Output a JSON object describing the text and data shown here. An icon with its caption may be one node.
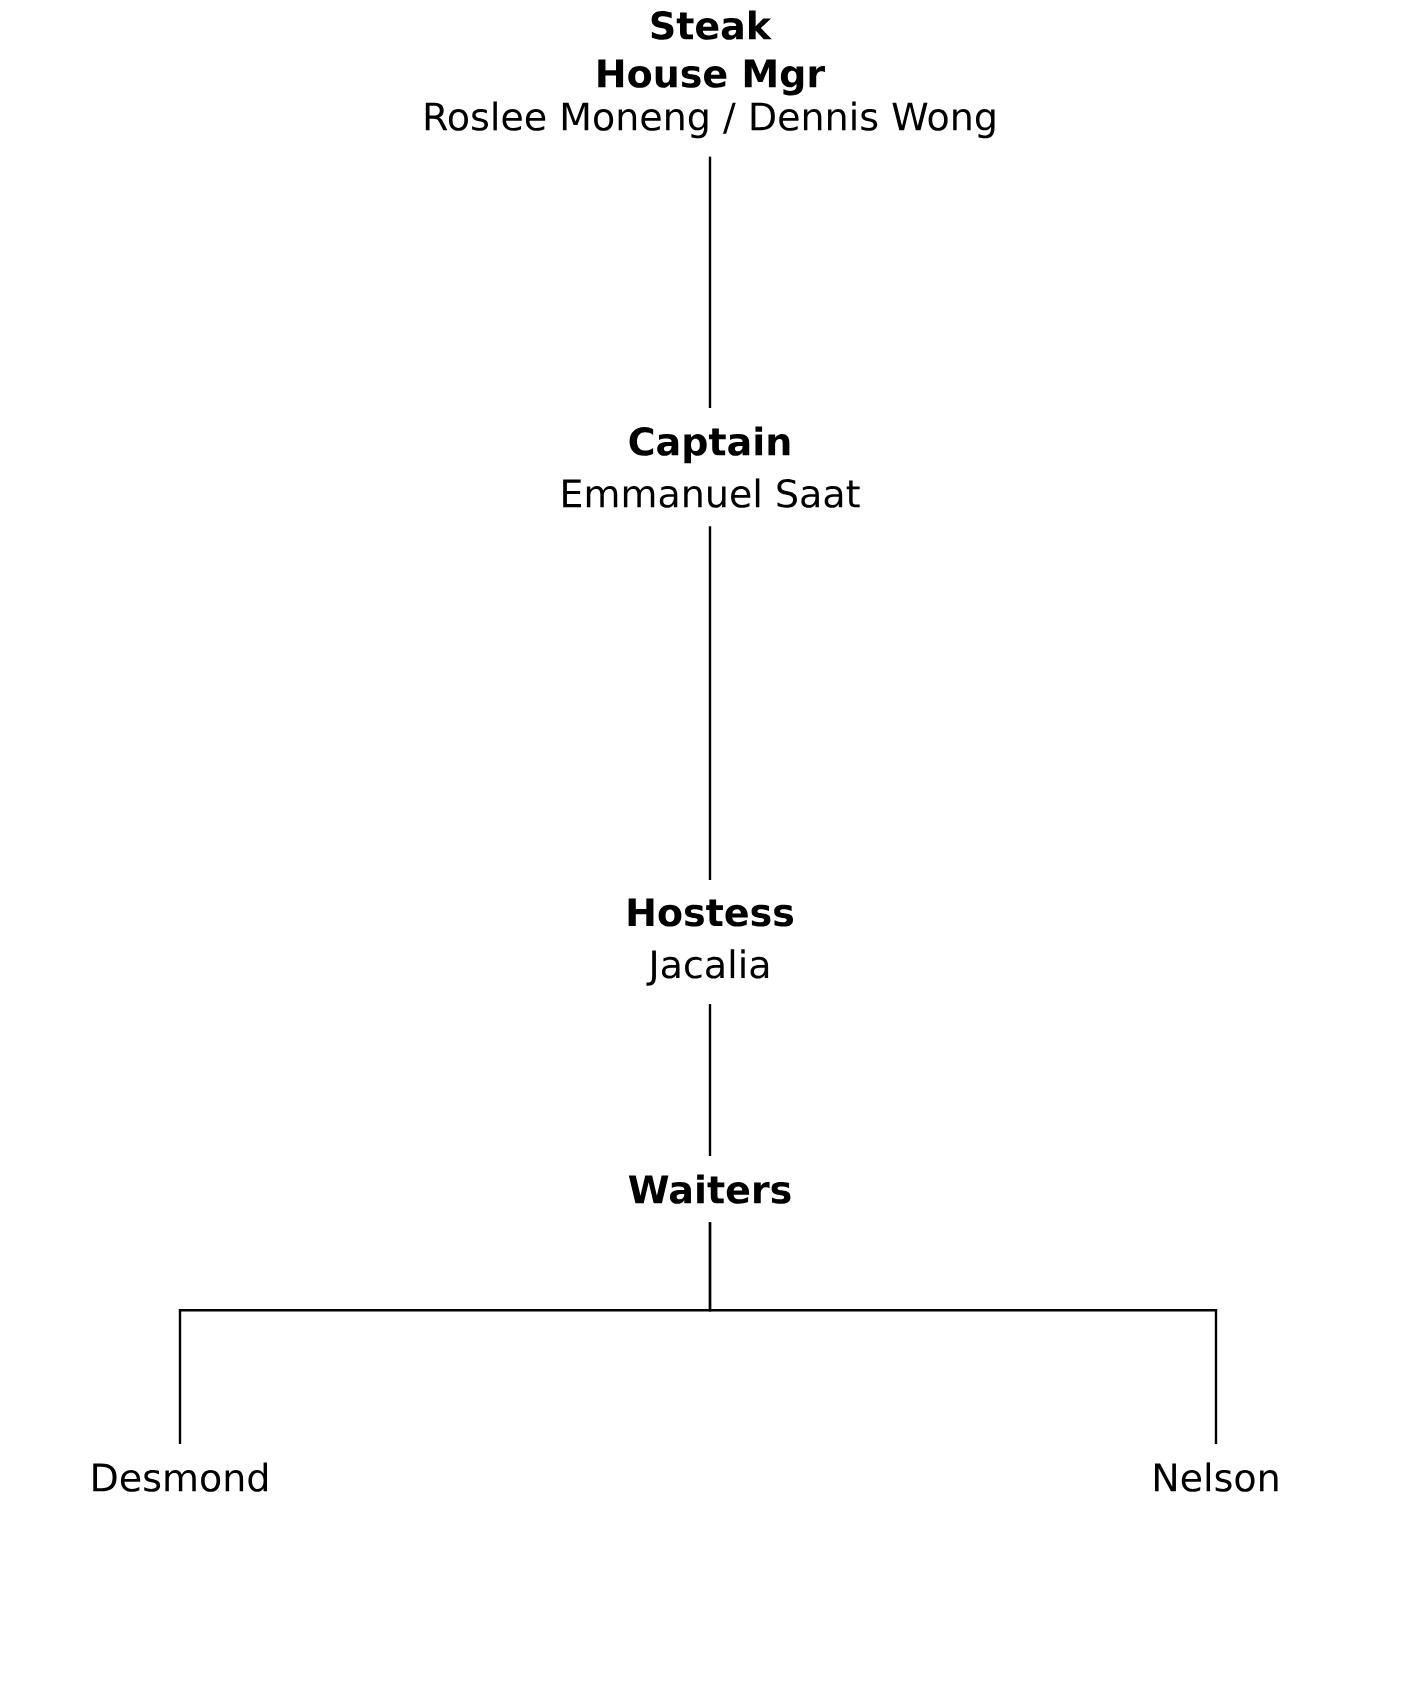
{
  "diagram": {
    "nodes": [
      {
        "text": [
          "Steak House Mgr",
          "Roslee Moneng / Dennis Wong"
        ]
      },
      {
        "text": [
          "Captain",
          "Emmanuel Saat"
        ]
      },
      {
        "text": [
          "Hostess",
          "Jacalia"
        ]
      },
      {
        "text": [
          "Waiters"
        ]
      },
      {
        "text": [
          "Desmond"
        ]
      },
      {
        "text": [
          "Nelson"
        ]
      }
    ],
    "edges": [
      {
        "from": 0,
        "to": 1,
        "arrow": "none"
      },
      {
        "from": 1,
        "to": 2,
        "arrow": "none"
      },
      {
        "from": 2,
        "to": 3,
        "arrow": "none"
      },
      {
        "from": 3,
        "to": 4,
        "arrow": "none"
      },
      {
        "from": 3,
        "to": 5,
        "arrow": "none"
      }
    ]
  }
}
